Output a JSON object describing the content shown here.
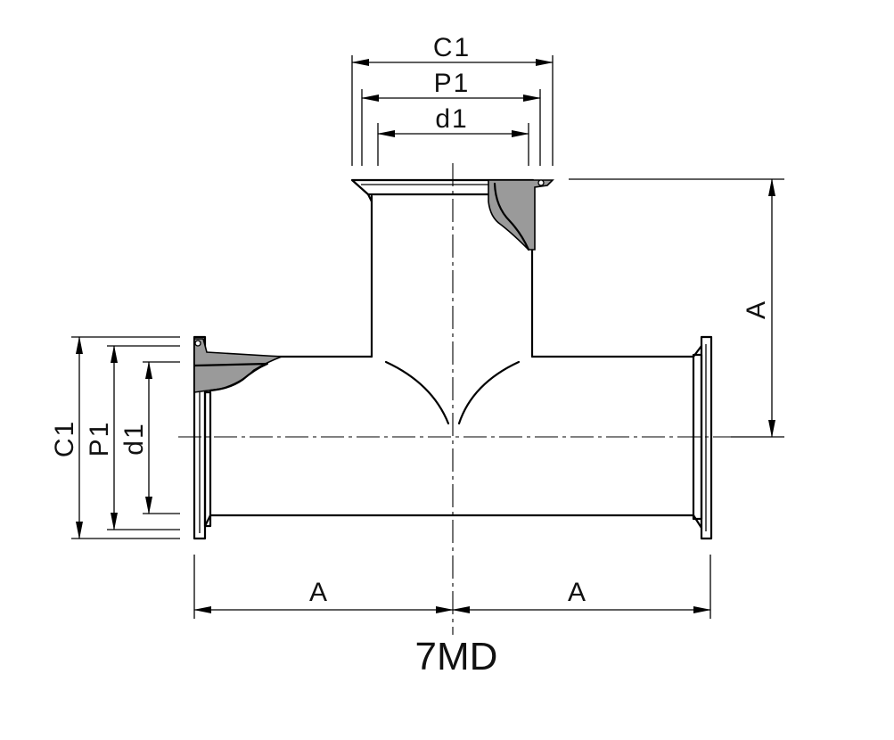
{
  "diagram": {
    "model": "7MD",
    "top_dimensions": {
      "outer": "C1",
      "middle": "P1",
      "inner": "d1"
    },
    "side_dimensions": {
      "outer": "C1",
      "middle": "P1",
      "inner": "d1"
    },
    "branch_length_right": "A",
    "run_length_left": "A",
    "run_length_right": "A"
  },
  "colors": {
    "line": "#000000",
    "section_fill": "#9a9a9a",
    "background": "#ffffff"
  }
}
